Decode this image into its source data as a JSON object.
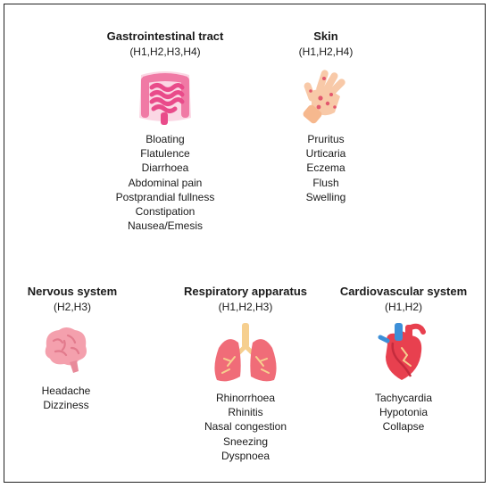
{
  "sections": [
    {
      "title": "Gastrointestinal tract",
      "hypotheses": "(H1,H2,H3,H4)",
      "icon": "intestine-icon",
      "symptoms": [
        "Bloating",
        "Flatulence",
        "Diarrhoea",
        "Abdominal pain",
        "Postprandial fullness",
        "Constipation",
        "Nausea/Emesis"
      ]
    },
    {
      "title": "Skin",
      "hypotheses": "(H1,H2,H4)",
      "icon": "rash-hand-icon",
      "symptoms": [
        "Pruritus",
        "Urticaria",
        "Eczema",
        "Flush",
        "Swelling"
      ]
    },
    {
      "title": "Nervous system",
      "hypotheses": "(H2,H3)",
      "icon": "brain-icon",
      "symptoms": [
        "Headache",
        "Dizziness"
      ]
    },
    {
      "title": "Respiratory apparatus",
      "hypotheses": "(H1,H2,H3)",
      "icon": "lungs-icon",
      "symptoms": [
        "Rhinorrhoea",
        "Rhinitis",
        "Nasal congestion",
        "Sneezing",
        "Dyspnoea"
      ]
    },
    {
      "title": "Cardiovascular system",
      "hypotheses": "(H1,H2)",
      "icon": "heart-icon",
      "symptoms": [
        "Tachycardia",
        "Hypotonia",
        "Collapse"
      ]
    }
  ],
  "colors": {
    "border": "#222222",
    "intestine": "#e94b8a",
    "skin": "#f8c9a8",
    "rash": "#e3586e",
    "brain": "#f4a0ad",
    "lungs": "#f06c78",
    "trachea": "#f6cf8f",
    "heart_red": "#e8404f",
    "heart_blue": "#3d8fd8"
  }
}
